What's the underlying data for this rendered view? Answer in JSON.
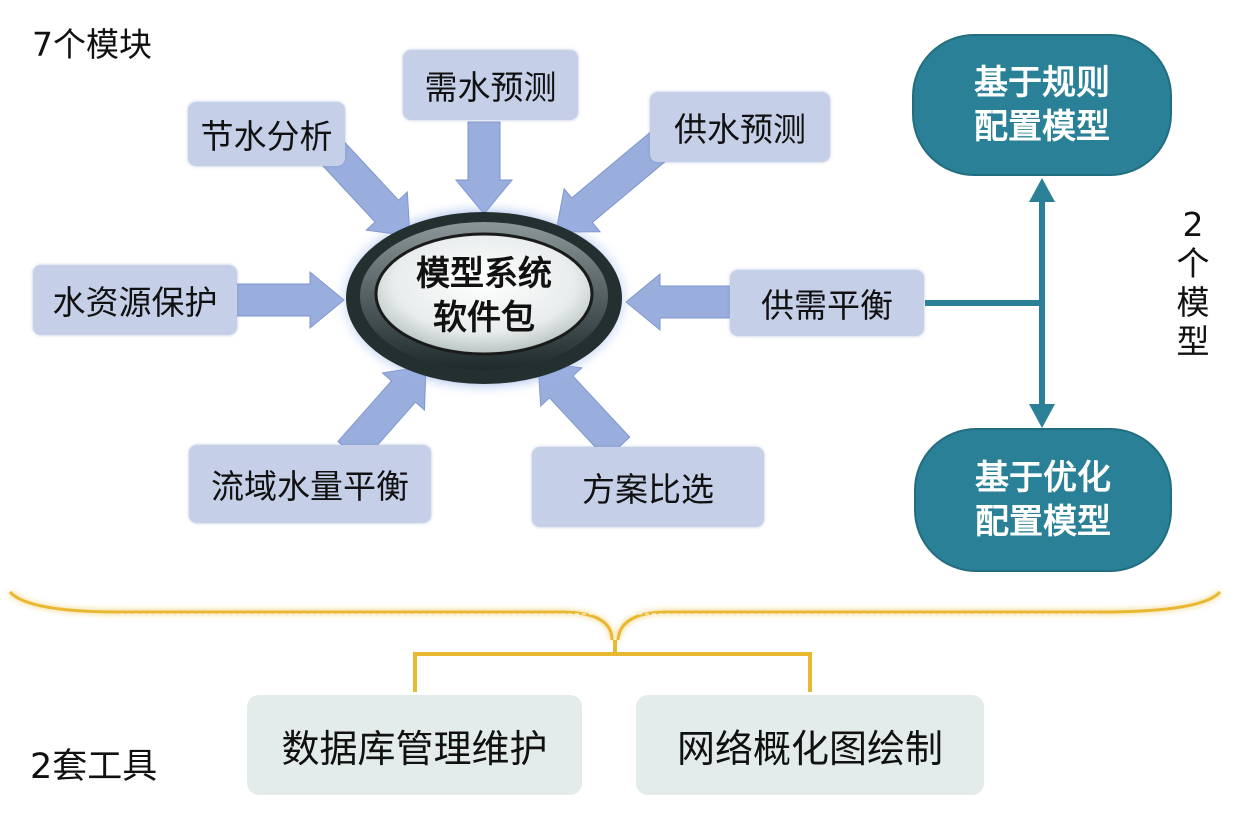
{
  "headings": {
    "modules_count": "7个模块",
    "tools_count": "2套工具"
  },
  "hub": {
    "line1": "模型系统",
    "line2": "软件包"
  },
  "modules": {
    "water_saving": "节水分析",
    "demand_forecast": "需水预测",
    "supply_forecast": "供水预测",
    "resource_protection": "水资源保护",
    "supply_demand_balance": "供需平衡",
    "basin_balance": "流域水量平衡",
    "scheme_selection": "方案比选"
  },
  "models": {
    "label_chars": [
      "2",
      "个",
      "模",
      "型"
    ],
    "rule_based": {
      "line1": "基于规则",
      "line2": "配置模型"
    },
    "optimization": {
      "line1": "基于优化",
      "line2": "配置模型"
    }
  },
  "tools": {
    "database": "数据库管理维护",
    "network": "网络概化图绘制"
  },
  "colors": {
    "module_box": "#c5d0e8",
    "arrow": "#9aaede",
    "model_box": "#2a8096",
    "connector": "#2a8096",
    "brace": "#e8b830",
    "tool_box": "#e3ecea"
  }
}
